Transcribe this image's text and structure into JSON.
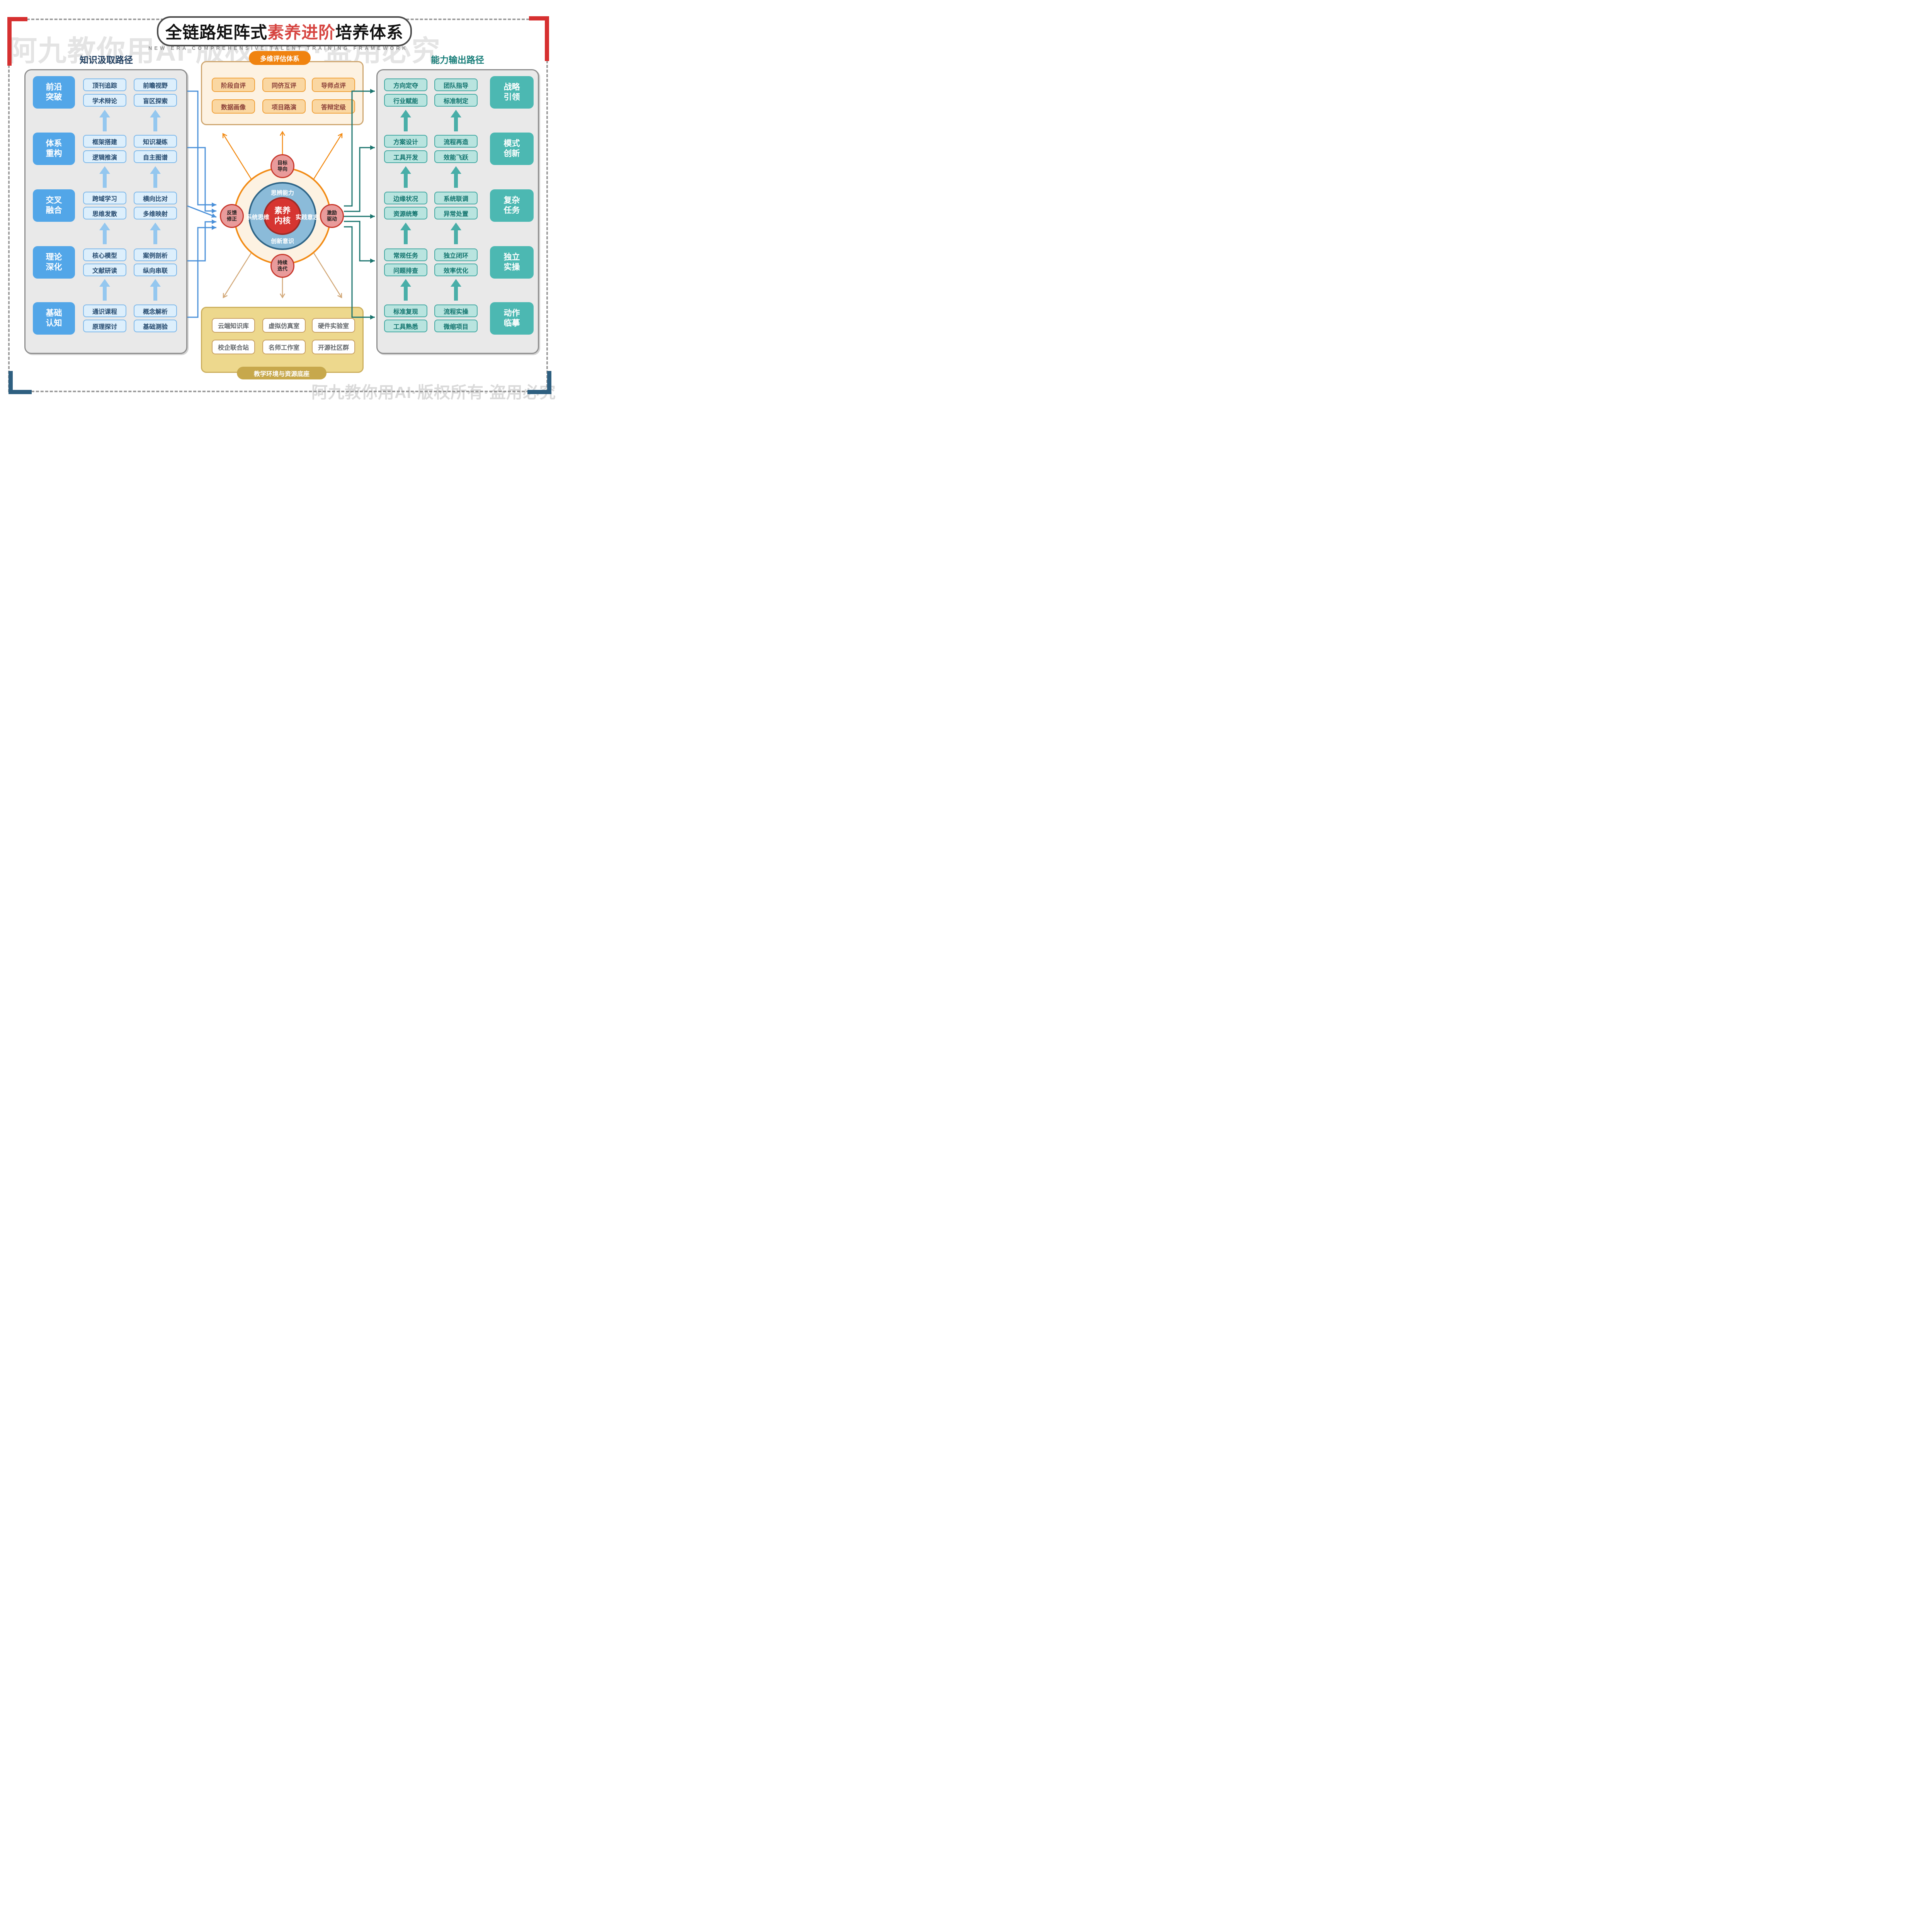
{
  "watermark": {
    "top": "阿九教你用AI·版权所有·盗用必究",
    "bottom": "阿九教你用AI·版权所有·盗用必究"
  },
  "header": {
    "title_prefix": "全链路矩阵式",
    "title_highlight": "素养进阶",
    "title_suffix": "培养体系",
    "subtitle": "NEW ERA COMPREHENSIVE TALENT TRAINING FRAMEWORK"
  },
  "left": {
    "title": "知识汲取路径",
    "groups": [
      {
        "label": "前沿突破",
        "items": [
          "顶刊追踪",
          "前瞻视野",
          "学术辩论",
          "盲区探索"
        ]
      },
      {
        "label": "体系重构",
        "items": [
          "框架搭建",
          "知识凝练",
          "逻辑推演",
          "自主图谱"
        ]
      },
      {
        "label": "交叉融合",
        "items": [
          "跨域学习",
          "横向比对",
          "思维发散",
          "多维映射"
        ]
      },
      {
        "label": "理论深化",
        "items": [
          "核心模型",
          "案例剖析",
          "文献研读",
          "纵向串联"
        ]
      },
      {
        "label": "基础认知",
        "items": [
          "通识课程",
          "概念解析",
          "原理探讨",
          "基础测验"
        ]
      }
    ]
  },
  "right": {
    "title": "能力输出路径",
    "groups": [
      {
        "label": "战略引领",
        "items": [
          "方向定夺",
          "团队指导",
          "行业赋能",
          "标准制定"
        ]
      },
      {
        "label": "模式创新",
        "items": [
          "方案设计",
          "流程再造",
          "工具开发",
          "效能飞跃"
        ]
      },
      {
        "label": "复杂任务",
        "items": [
          "边缘状况",
          "系统联调",
          "资源统筹",
          "异常处置"
        ]
      },
      {
        "label": "独立实操",
        "items": [
          "常规任务",
          "独立闭环",
          "问题排查",
          "效率优化"
        ]
      },
      {
        "label": "动作临摹",
        "items": [
          "标准复现",
          "流程实操",
          "工具熟悉",
          "微缩项目"
        ]
      }
    ]
  },
  "evaluation": {
    "title": "多维评估体系",
    "items": [
      "阶段自评",
      "同侪互评",
      "导师点评",
      "数据画像",
      "项目路演",
      "答辩定级"
    ]
  },
  "resources": {
    "title": "教学环境与资源底座",
    "items": [
      "云端知识库",
      "虚拟仿真室",
      "硬件实验室",
      "校企联合站",
      "名师工作室",
      "开源社区群"
    ]
  },
  "core": {
    "center": "素养内核",
    "ring_top": "思辨能力",
    "ring_left": "系统思维",
    "ring_right": "实践意志",
    "ring_bottom": "创新意识",
    "sat_top": "目标导向",
    "sat_left": "反馈修正",
    "sat_right": "激励驱动",
    "sat_bottom": "持续迭代"
  },
  "colors": {
    "accent_blue": "#52a6e8",
    "accent_teal": "#4cb8b2",
    "accent_orange": "#f28b15",
    "core_red": "#d63531",
    "connector_blue": "#4a90d9",
    "connector_teal": "#1b746e",
    "ray_tan": "#d2a878",
    "highlight_red": "#d64541"
  }
}
